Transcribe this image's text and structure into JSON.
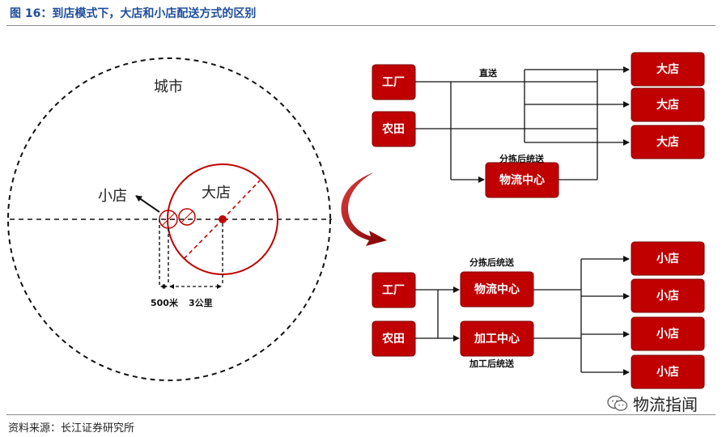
{
  "figure": {
    "title": "图 16：到店模式下，大店和小店配送方式的区别",
    "source": "资料来源：长江证券研究所",
    "watermark": "物流指闻"
  },
  "map": {
    "city_label": "城市",
    "large_store_label": "大店",
    "small_store_label": "小店",
    "small_radius_label": "500米",
    "large_radius_label": "3公里"
  },
  "large_flow": {
    "sources": [
      "工厂",
      "农田"
    ],
    "center": "物流中心",
    "direct_label": "直送",
    "via_center_label": "分拣后统送",
    "stores": [
      "大店",
      "大店",
      "大店"
    ]
  },
  "small_flow": {
    "sources": [
      "工厂",
      "农田"
    ],
    "logistics_center": "物流中心",
    "processing_center": "加工中心",
    "sort_label": "分拣后统送",
    "process_label": "加工后统送",
    "stores": [
      "小店",
      "小店",
      "小店",
      "小店"
    ]
  },
  "colors": {
    "accent_red": "#c00000",
    "title_blue": "#1f4e9c"
  }
}
